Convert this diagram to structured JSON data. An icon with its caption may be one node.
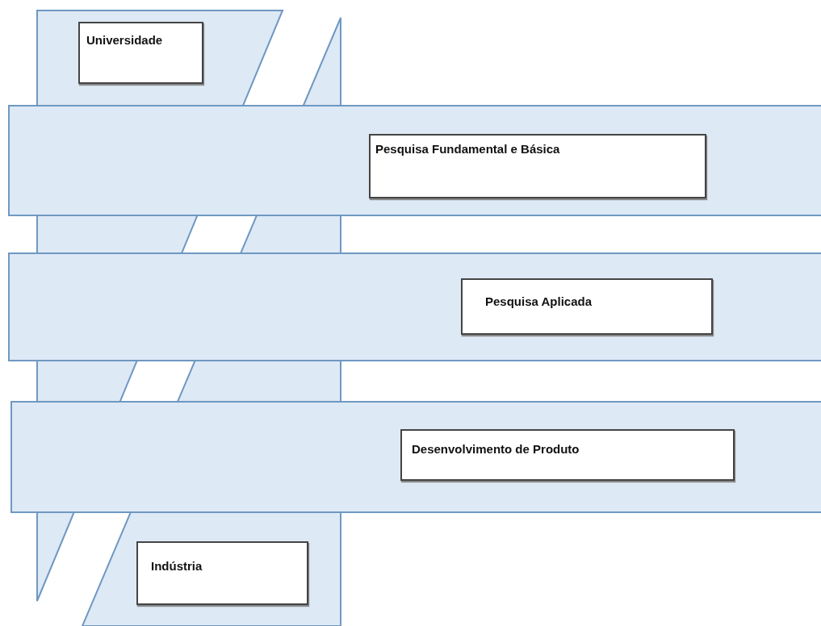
{
  "diagram": {
    "nodes": [
      {
        "text": [],
        "shape": "triangle"
      },
      {
        "text": [
          "Universidade"
        ],
        "in": 0
      },
      {
        "text": [],
        "shape": "triangle"
      },
      {
        "text": [],
        "shape": "bar"
      },
      {
        "text": [
          "Pesquisa Fundamental e Básica"
        ],
        "in": 3
      },
      {
        "text": [],
        "shape": "bar"
      },
      {
        "text": [
          "Pesquisa Aplicada"
        ],
        "in": 5
      },
      {
        "text": [],
        "shape": "bar"
      },
      {
        "text": [
          "Desenvolvimento de Produto"
        ],
        "in": 7
      },
      {
        "text": [
          "Indústria"
        ],
        "in": 2
      }
    ]
  }
}
